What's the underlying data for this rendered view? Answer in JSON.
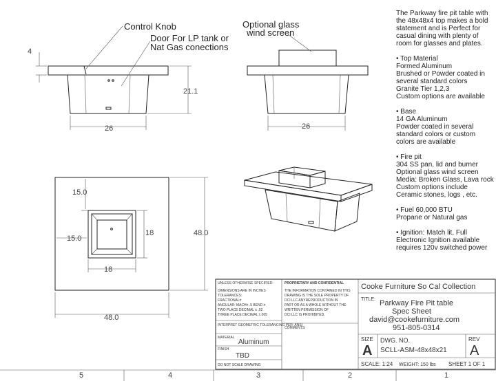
{
  "callouts": {
    "control_knob": "Control Knob",
    "door": "Door For LP tank or",
    "door_2": "Nat Gas conections",
    "glass": "Optional glass",
    "glass_2": "wind screen"
  },
  "dims": {
    "top_thickness": "4",
    "height": "21.1",
    "base_width_front": "26",
    "base_width_side": "26",
    "inner_offset_top": "15.0",
    "inner_offset_left": "15.0",
    "inner_height": "18",
    "inner_width": "18",
    "overall_depth": "48.0",
    "overall_width": "48.0"
  },
  "notes": [
    "The Parkway fire pit table with the 48x48x4 top makes a bold statement and is Perfect for casual dining with plenty of room for glasses and plates.",
    "• Top Material\nFormed Aluminum\nBrushed or Powder coated in several standard colors\nGranite Tier 1,2,3\nCustom options are available",
    "• Base\n14 GA Aluminum\nPowder coated in several standard colors or custom colors are available",
    "• Fire pit\n304 SS pan, lid and burner\nOptional glass wind screen\nMedia: Broken Glass, Lava rock\nCustom options include Ceramic stones, logs , etc.",
    "• Fuel 60,000 BTU\nPropane or Natural gas",
    "•  Ignition: Match lit, Full Electronic Ignition available requires 120v switched power"
  ],
  "title_block": {
    "unless": "UNLESS OTHERWISE SPECIFIED:",
    "dims_l1": "DIMENSIONS ARE IN INCHES",
    "dims_l2": "TOLERANCES:",
    "dims_l3": "FRACTIONAL±",
    "dims_l4": "ANGULAR: MACH± .5  BEND ±",
    "dims_l5": "TWO PLACE DECIMAL    ± .02",
    "dims_l6": "THREE PLACE DECIMAL  ±.005",
    "geom": "INTERPRET GEOMETRIC TOLERANCING PER: ANSI",
    "material_label": "MATERIAL",
    "material": "Aluminum",
    "finish_label": "FINISH",
    "finish": "TBD",
    "do_not_scale": "DO NOT SCALE DRAWING",
    "prop_title": "PROPRIETARY AND CONFIDENTIAL",
    "prop_l1": "THE INFORMATION CONTAINED IN THIS",
    "prop_l2": "DRAWING IS THE SOLE PROPERTY OF",
    "prop_l3": "DCI LLC  ANYREPRODUCTION IN",
    "prop_l4": "PART OR AS A WHOLE WITHOUT THE",
    "prop_l5": "WRITTEN PERMISSION OF",
    "prop_l6": "DCI LLC  IS PROHIBITED.",
    "comments": "COMMENTS:",
    "company": "Cooke Furniture So Cal Collection",
    "title_label": "TITLE:",
    "title_1": "Parkway Fire Pit table",
    "title_2": "Spec Sheet",
    "email": "david@cookefurniture.com",
    "phone": "951-805-0314",
    "size_label": "SIZE",
    "size": "A",
    "dwg_label": "DWG.  NO.",
    "dwg_no": "SCLL-ASM-48x48x21",
    "rev_label": "REV",
    "rev": "A",
    "scale": "SCALE: 1:24",
    "weight": "WEIGHT: 150 lbs",
    "sheet": "SHEET 1 OF 1"
  },
  "zones": [
    "5",
    "4",
    "3",
    "2",
    "1"
  ]
}
